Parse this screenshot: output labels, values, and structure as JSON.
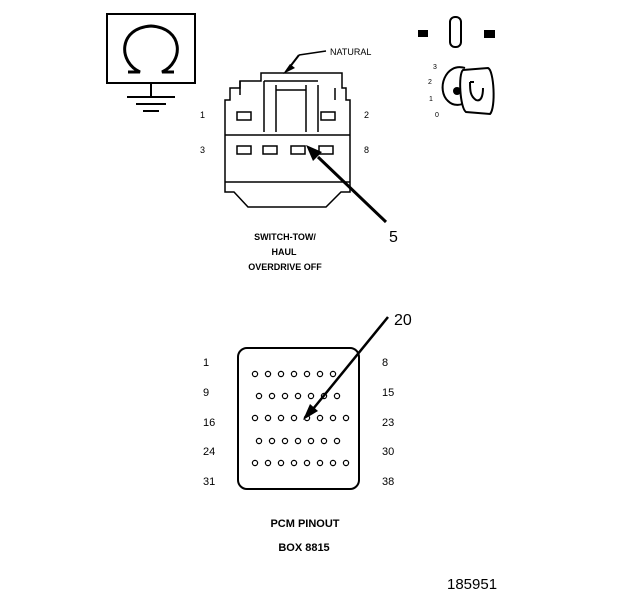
{
  "symbols": {
    "ohmmeter_icon": "ohmmeter-icon",
    "ignition_key_icon": "ignition-key-icon",
    "ground_icon": "ground-icon"
  },
  "ignition": {
    "positions": [
      "3",
      "2",
      "1",
      "0"
    ]
  },
  "switch_connector": {
    "wire_color": "NATURAL",
    "pins": {
      "top_left": "1",
      "top_right": "2",
      "bottom_left": "3",
      "bottom_right": "8"
    },
    "callout": "5",
    "caption": [
      "SWITCH-TOW/",
      "HAUL",
      "OVERDRIVE OFF"
    ]
  },
  "pcm_connector": {
    "callout": "20",
    "left_pins": [
      "1",
      "9",
      "16",
      "24",
      "31"
    ],
    "right_pins": [
      "8",
      "15",
      "23",
      "30",
      "38"
    ],
    "caption": [
      "PCM PINOUT",
      "BOX 8815"
    ]
  },
  "figure_number": "185951"
}
